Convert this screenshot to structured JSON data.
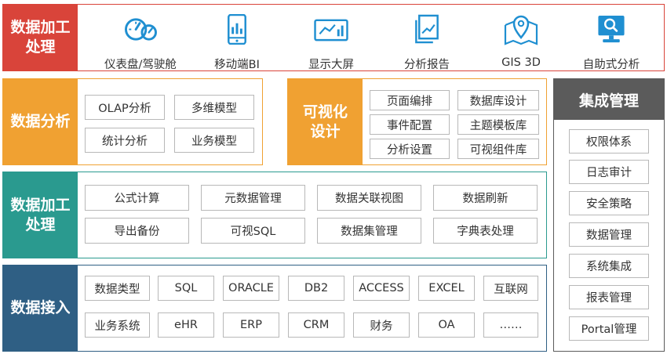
{
  "colors": {
    "red": "#d9443a",
    "orange": "#f0a132",
    "teal": "#2a9a8f",
    "blue": "#2f5f84",
    "gray": "#5b5b5b",
    "icon": "#1f8fd1"
  },
  "presentation": {
    "label": "数据加工\n处理",
    "items": [
      {
        "label": "仪表盘/驾驶舱",
        "icon": "dashboard-gauge-icon"
      },
      {
        "label": "移动端BI",
        "icon": "mobile-phone-chart-icon"
      },
      {
        "label": "显示大屏",
        "icon": "big-screen-chart-icon"
      },
      {
        "label": "分析报告",
        "icon": "report-document-icon"
      },
      {
        "label": "GIS 3D",
        "icon": "map-pin-icon"
      },
      {
        "label": "自助式分析",
        "icon": "monitor-search-icon"
      }
    ]
  },
  "analysis": {
    "label": "数据分析",
    "items": [
      "OLAP分析",
      "多维模型",
      "统计分析",
      "业务模型"
    ]
  },
  "visual_design": {
    "label": "可视化\n设计",
    "items": [
      "页面编排",
      "数据库设计",
      "事件配置",
      "主题模板库",
      "分析设置",
      "可视组件库"
    ]
  },
  "processing": {
    "label": "数据加工\n处理",
    "items": [
      "公式计算",
      "元数据管理",
      "数据关联视图",
      "数据刷新",
      "导出备份",
      "可视SQL",
      "数据集管理",
      "字典表处理"
    ]
  },
  "ingestion": {
    "label": "数据接入",
    "items": [
      "数据类型",
      "SQL",
      "ORACLE",
      "DB2",
      "ACCESS",
      "EXCEL",
      "互联网",
      "业务系统",
      "eHR",
      "ERP",
      "CRM",
      "财务",
      "OA",
      "……"
    ]
  },
  "integration": {
    "title": "集成管理",
    "items": [
      "权限体系",
      "日志审计",
      "安全策略",
      "数据管理",
      "系统集成",
      "报表管理",
      "Portal管理"
    ]
  }
}
